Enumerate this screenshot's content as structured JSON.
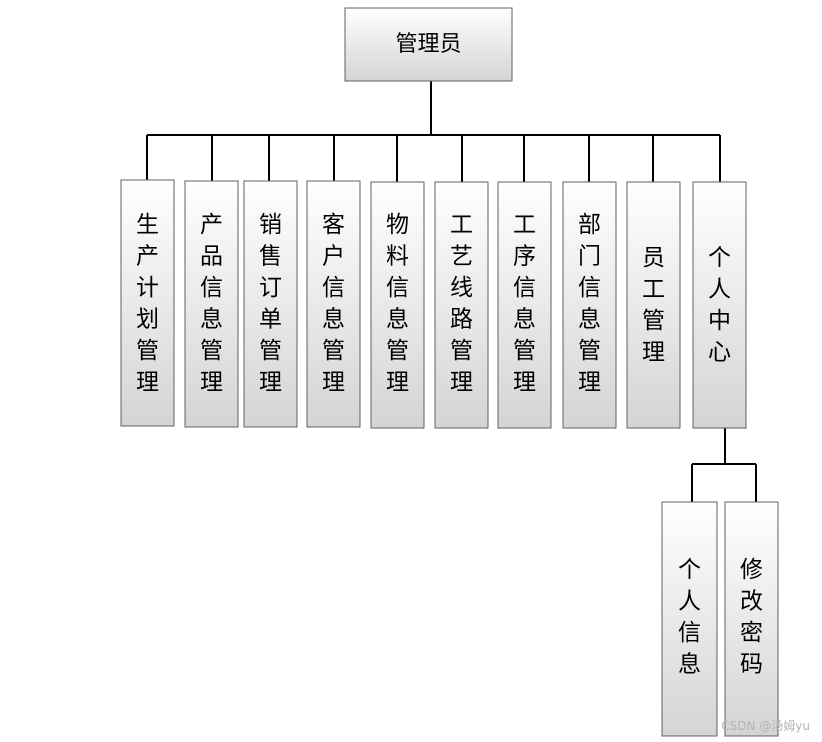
{
  "colors": {
    "box_fill_light": "#ffffff",
    "box_fill_dark": "#d6d6d6",
    "box_border": "#606060",
    "connector": "#000000",
    "text": "#000000"
  },
  "diagram": {
    "root": {
      "label": "管理员"
    },
    "modules": [
      {
        "id": "production-plan",
        "label": "生产计划管理"
      },
      {
        "id": "product-info",
        "label": "产品信息管理"
      },
      {
        "id": "sales-order",
        "label": "销售订单管理"
      },
      {
        "id": "customer-info",
        "label": "客户信息管理"
      },
      {
        "id": "material-info",
        "label": "物料信息管理"
      },
      {
        "id": "process-route",
        "label": "工艺线路管理"
      },
      {
        "id": "procedure-info",
        "label": "工序信息管理"
      },
      {
        "id": "department-info",
        "label": "部门信息管理"
      },
      {
        "id": "employee",
        "label": "员工管理"
      },
      {
        "id": "personal-center",
        "label": "个人中心"
      }
    ],
    "sub_modules": [
      {
        "id": "personal-info",
        "label": "个人信息"
      },
      {
        "id": "change-password",
        "label": "修改密码"
      }
    ]
  },
  "watermark": "CSDN @汤姆yu"
}
